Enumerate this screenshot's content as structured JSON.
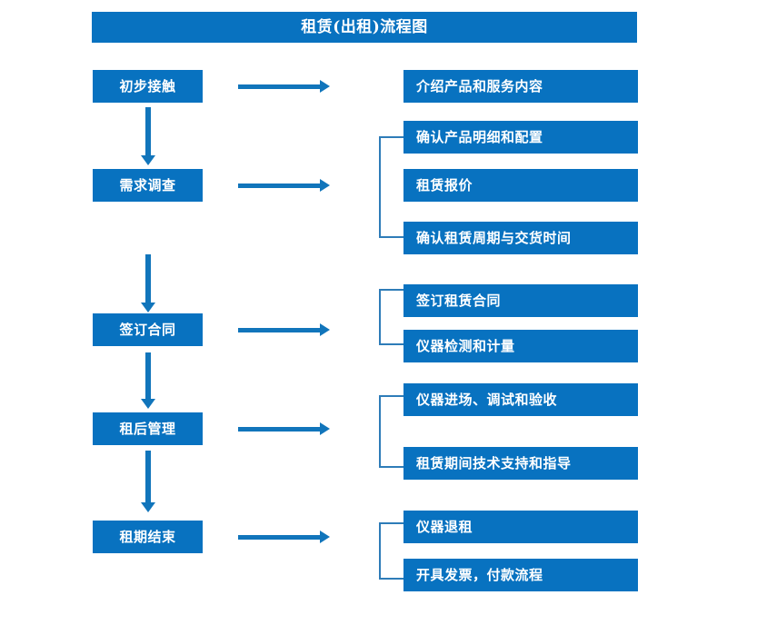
{
  "diagram": {
    "title": "租赁(出租)流程图",
    "accent_color": "#0872C0",
    "arrow_color": "#1175BB",
    "bracket_color": "#2E7CB8",
    "text_color": "#FFFFFF",
    "background_color": "#FFFFFF"
  },
  "stages": [
    {
      "id": "stage-1",
      "label": "初步接触"
    },
    {
      "id": "stage-2",
      "label": "需求调查"
    },
    {
      "id": "stage-3",
      "label": "签订合同"
    },
    {
      "id": "stage-4",
      "label": "租后管理"
    },
    {
      "id": "stage-5",
      "label": "租期结束"
    }
  ],
  "details": {
    "group1": [
      {
        "label": "介绍产品和服务内容"
      }
    ],
    "group2": [
      {
        "label": "确认产品明细和配置"
      },
      {
        "label": "租赁报价"
      },
      {
        "label": "确认租赁周期与交货时间"
      }
    ],
    "group3": [
      {
        "label": "签订租赁合同"
      },
      {
        "label": "仪器检测和计量"
      }
    ],
    "group4": [
      {
        "label": "仪器进场、调试和验收"
      },
      {
        "label": "租赁期间技术支持和指导"
      }
    ],
    "group5": [
      {
        "label": "仪器退租"
      },
      {
        "label": "开具发票，付款流程"
      }
    ]
  }
}
